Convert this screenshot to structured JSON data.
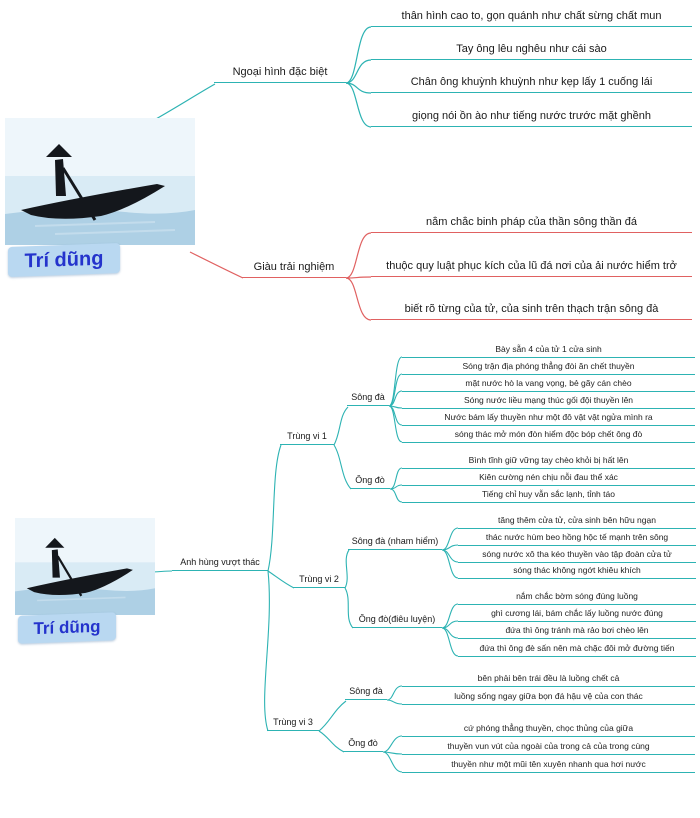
{
  "colors": {
    "branch_teal": "#2db3b3",
    "branch_red": "#e06161",
    "root_text": "#2433cc",
    "banner_bg": "#b9d8f1"
  },
  "roots": {
    "top_label": "Trí dũng",
    "bottom_label": "Trí dũng"
  },
  "appearance": {
    "label": "Ngoại hình đặc biệt",
    "items": [
      "thân hình cao to, gọn quánh như chất sừng chất mun",
      "Tay ông lêu nghêu như cái sào",
      "Chân ông khuỳnh khuỳnh như kẹp lấy 1 cuống lái",
      "giọng nói ồn ào như tiếng nước trước mặt ghềnh"
    ]
  },
  "experience": {
    "label": "Giàu trải nghiệm",
    "items": [
      "nắm chắc binh pháp của thần sông thần đá",
      "thuộc quy luật phục kích của lũ đá nơi của ải nước hiểm trở",
      "biết rõ từng của tử, của sinh trên thạch trận sông đà"
    ]
  },
  "hero": {
    "label": "Anh hùng vượt thác",
    "rounds": [
      {
        "label": "Trùng vi 1",
        "river": {
          "label": "Sông đà",
          "items": [
            "Bày sẵn 4 của tử 1 cửa sinh",
            "Sóng trận địa phóng thẳng đòi ăn chết thuyền",
            "mặt nước hò la vang vọng, bẻ gãy cán chèo",
            "Sóng nước liều mạng thúc gối đội thuyền lên",
            "Nước bám lấy thuyền như một đô vật vật ngửa mình ra",
            "sóng thác mở món đòn hiểm độc bóp chết ông đò"
          ]
        },
        "ferryman": {
          "label": "Ông đò",
          "items": [
            "Bình tĩnh giữ vững tay chèo khỏi bị hất lên",
            "Kiên cường nén chịu nỗi đau thể xác",
            "Tiếng chỉ huy vẫn sắc lạnh, tỉnh táo"
          ]
        }
      },
      {
        "label": "Trùng vi 2",
        "river": {
          "label": "Sông đà (nham hiểm)",
          "items": [
            "tăng thêm cửa tử, cửa sinh bên hữu ngạn",
            "thác nước hùm beo hồng hộc tế mạnh trên sông",
            "sóng nước xô tha kéo thuyền vào tập đoàn cửa tử",
            "sóng thác không ngớt khiêu khích"
          ]
        },
        "ferryman": {
          "label": "Ông đò(điêu luyện)",
          "items": [
            "nắm chắc bờm sóng đúng luồng",
            "ghì cương lái, bám chắc lấy luồng nước đúng",
            "đứa thì ông tránh mà rảo bơi chèo lên",
            "đứa thì ông đè sấn nên mà chặc đôi mở đường tiến"
          ]
        }
      },
      {
        "label": "Trùng vi 3",
        "river": {
          "label": "Sông đà",
          "items": [
            "bên phải bên trái đều là luồng chết cả",
            "luồng sống ngay giữa bọn đá hậu vệ của con thác"
          ]
        },
        "ferryman": {
          "label": "Ông đò",
          "items": [
            "cứ phóng thẳng thuyền, chọc thủng của giữa",
            "thuyền vun vút của ngoài của trong cả của trong cùng",
            "thuyền như một mũi tên xuyên nhanh qua hơi nước"
          ]
        }
      }
    ]
  }
}
